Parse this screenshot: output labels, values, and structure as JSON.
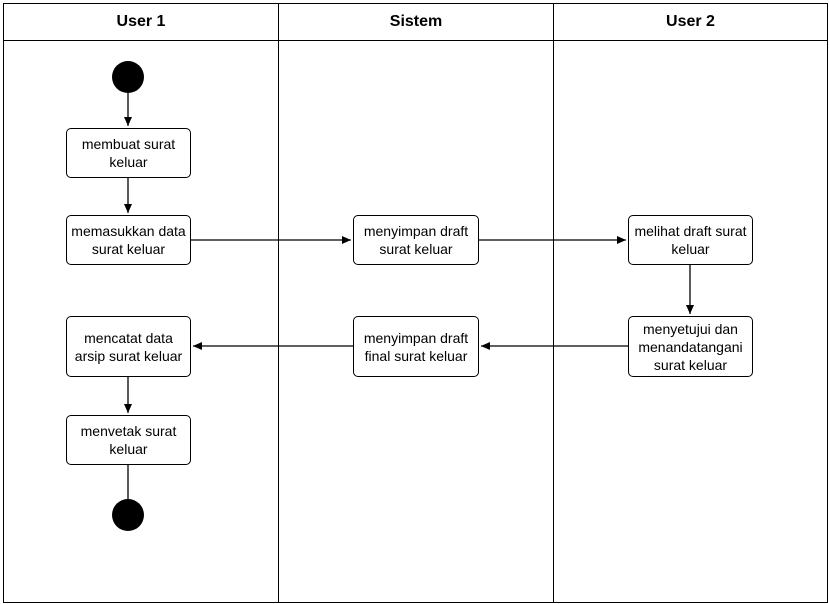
{
  "lanes": [
    {
      "title": "User 1"
    },
    {
      "title": "Sistem"
    },
    {
      "title": "User 2"
    }
  ],
  "nodes": {
    "membuat": "membuat surat keluar",
    "memasukkan": "memasukkan data surat keluar",
    "simpan_draft": "menyimpan draft surat keluar",
    "melihat_draft": "melihat draft surat keluar",
    "menyetujui": "menyetujui dan menandatangani surat keluar",
    "simpan_final": "menyimpan draft final surat keluar",
    "mencatat": "mencatat data arsip surat keluar",
    "mencetak": "menvetak surat keluar"
  },
  "colors": {
    "stroke": "#000000",
    "fill": "#ffffff",
    "terminal": "#000000"
  }
}
